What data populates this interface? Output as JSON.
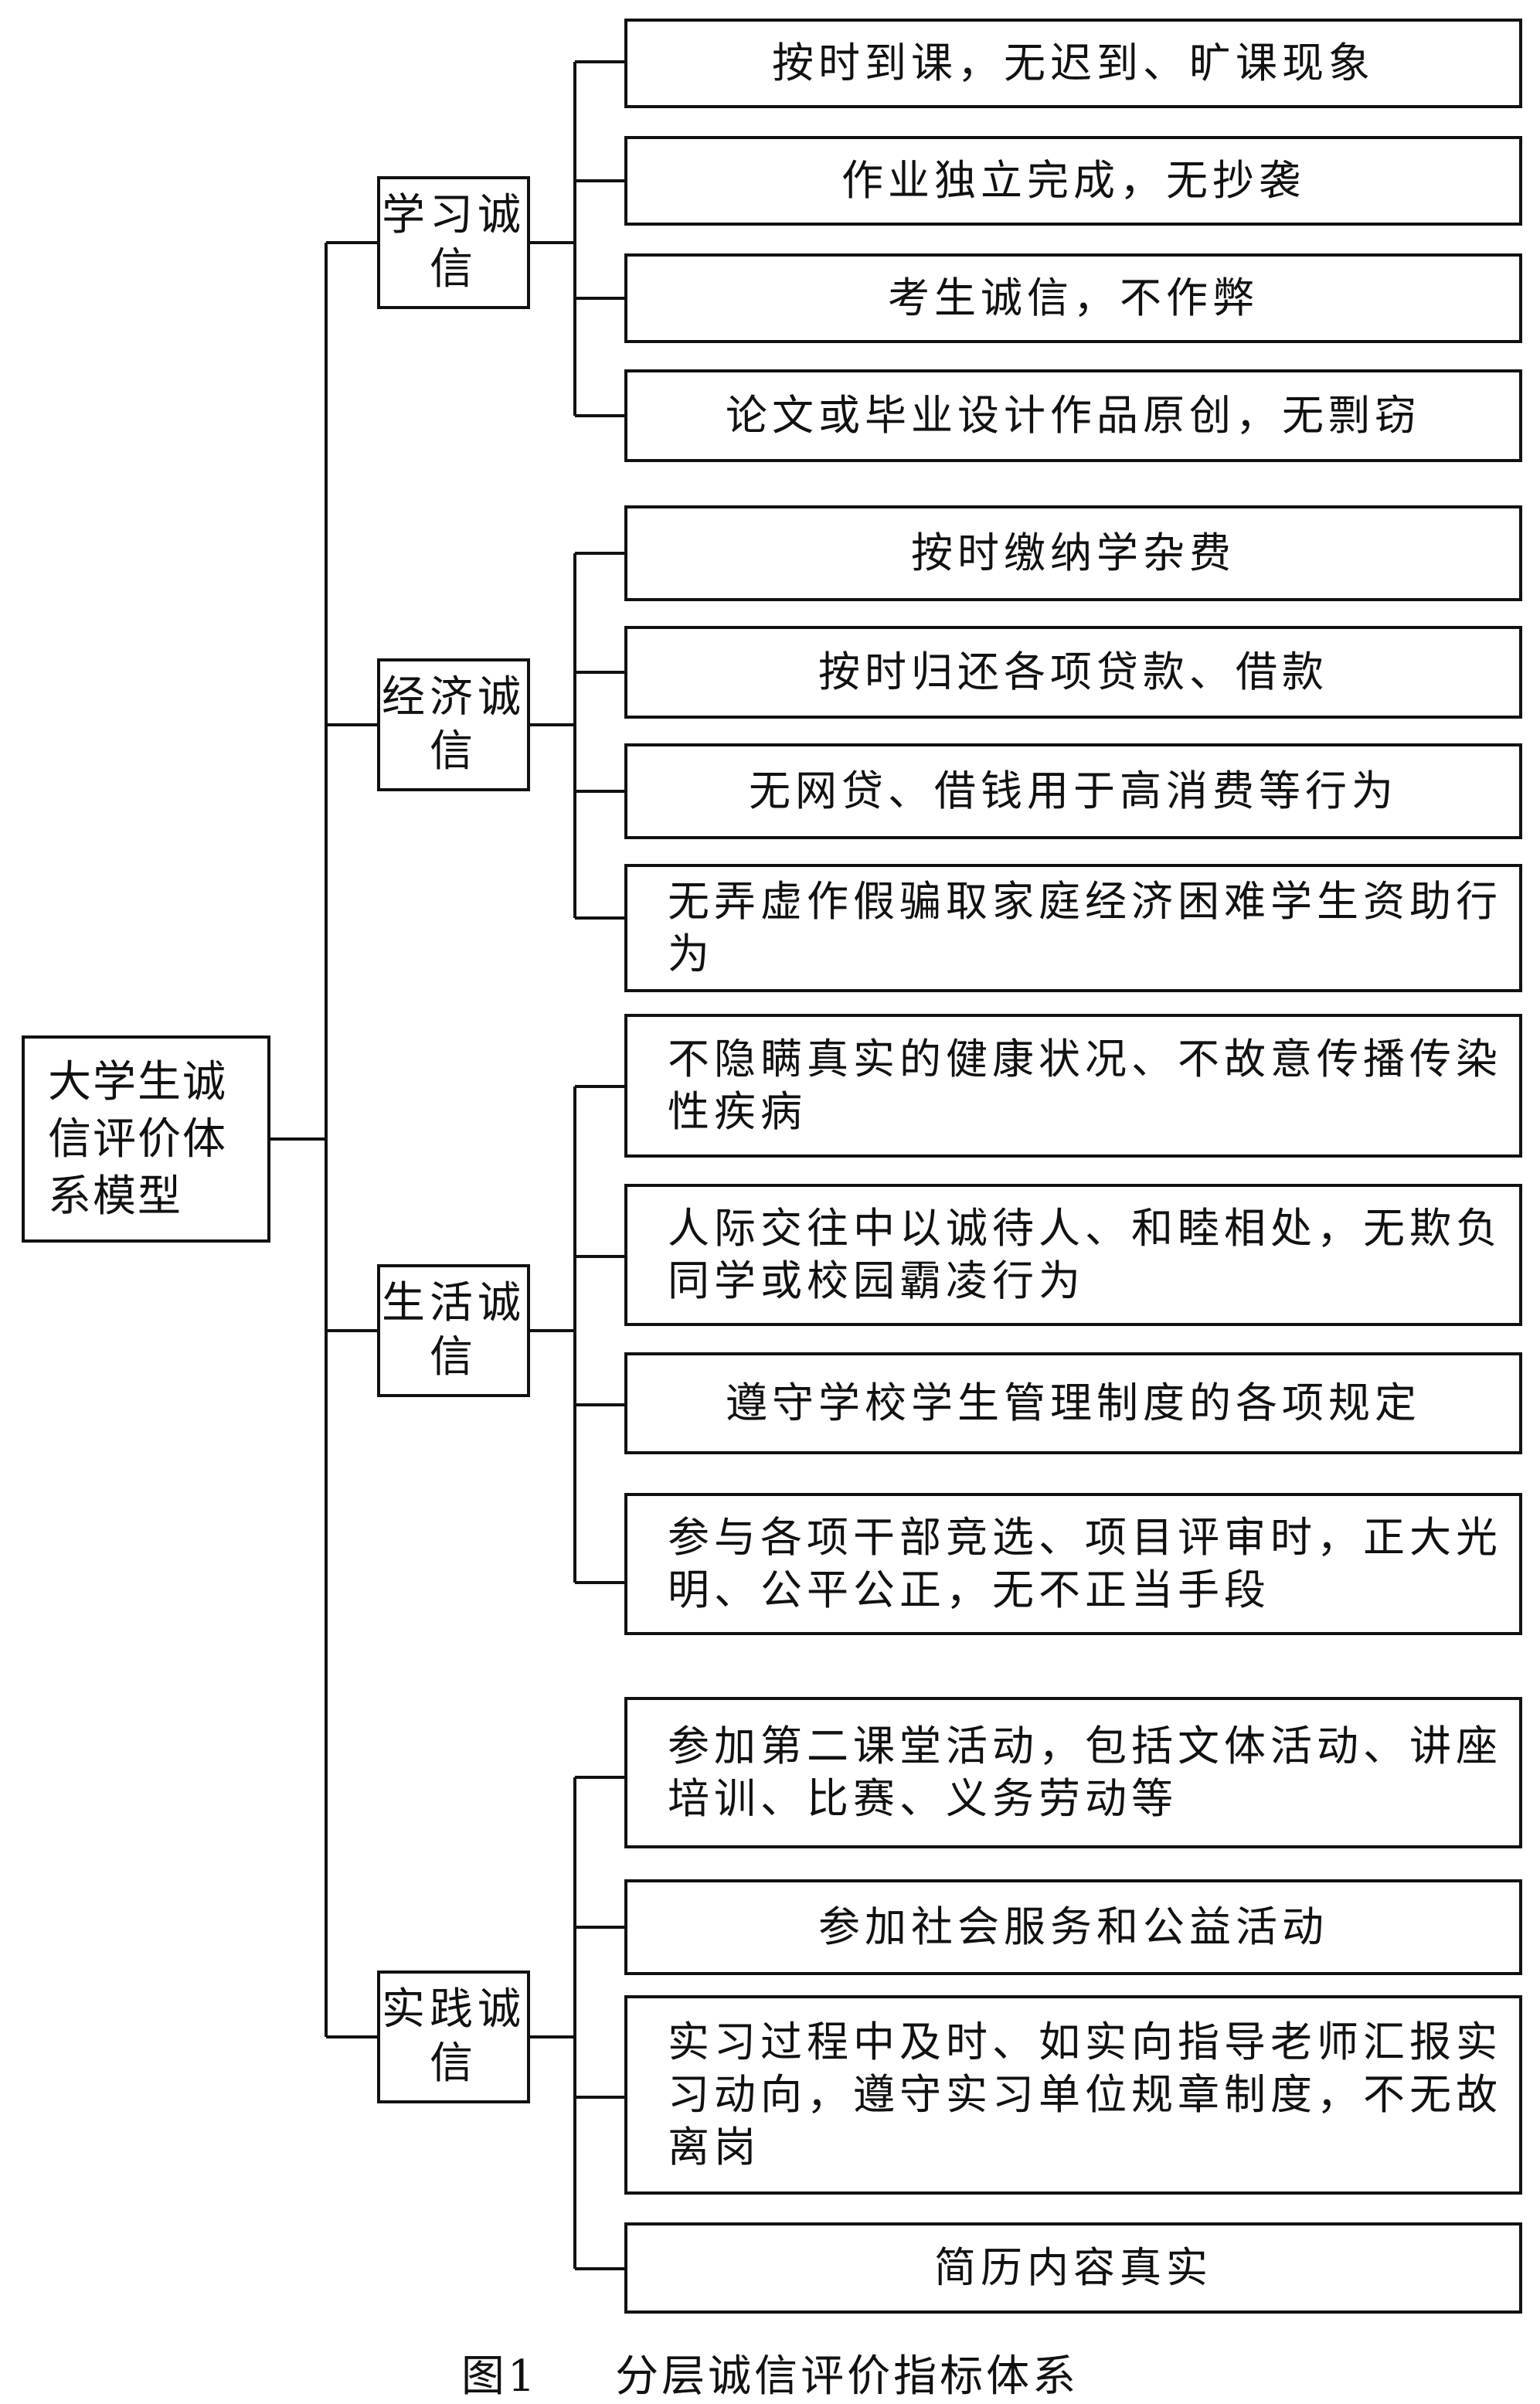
{
  "root": {
    "label": "大学生诚信评价体系模型"
  },
  "categories": [
    {
      "label": "学习诚信",
      "items": [
        "按时到课，无迟到、旷课现象",
        "作业独立完成，无抄袭",
        "考生诚信，不作弊",
        "论文或毕业设计作品原创，无剽窃"
      ]
    },
    {
      "label": "经济诚信",
      "items": [
        "按时缴纳学杂费",
        "按时归还各项贷款、借款",
        "无网贷、借钱用于高消费等行为",
        "无弄虚作假骗取家庭经济困难学生资助行为"
      ]
    },
    {
      "label": "生活诚信",
      "items": [
        "不隐瞒真实的健康状况、不故意传播传染性疾病",
        "人际交往中以诚待人、和睦相处，无欺负同学或校园霸凌行为",
        "遵守学校学生管理制度的各项规定",
        "参与各项干部竞选、项目评审时，正大光明、公平公正，无不正当手段"
      ]
    },
    {
      "label": "实践诚信",
      "items": [
        "参加第二课堂活动，包括文体活动、讲座培训、比赛、义务劳动等",
        "参加社会服务和公益活动",
        "实习过程中及时、如实向指导老师汇报实习动向，遵守实习单位规章制度，不无故离岗",
        "简历内容真实"
      ]
    }
  ],
  "caption": {
    "figure_no": "图1",
    "title": "分层诚信评价指标体系"
  }
}
